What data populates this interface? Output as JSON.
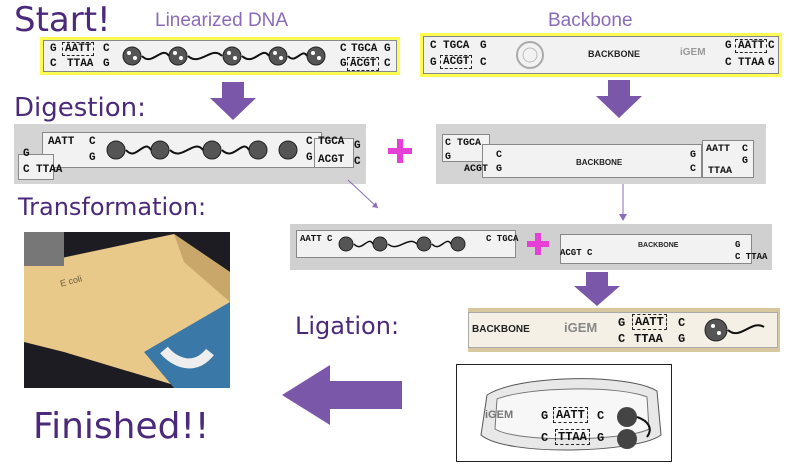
{
  "headings": {
    "start": "Start!",
    "digestion": "Digestion:",
    "transformation": "Transformation:",
    "ligation": "Ligation:",
    "finished": "Finished!!"
  },
  "labels": {
    "linearized_dna": "Linearized DNA",
    "backbone": "Backbone"
  },
  "insert_start": {
    "left_top": "G",
    "left_bot": "C",
    "site_left_top": "AATT",
    "site_left_bot": "TTAA",
    "c_after_top": "C",
    "g_after_bot": "G",
    "c_before_right_top": "C",
    "g_before_right_bot": "G",
    "site_right_top": "TGCA",
    "site_right_bot": "ACGT",
    "right_top": "G",
    "right_bot": "C"
  },
  "backbone_start": {
    "left_top": "C",
    "left_bot": "G",
    "site_left_top": "TGCA",
    "site_left_bot": "ACGT",
    "g_after_top": "G",
    "c_after_bot": "C",
    "name": "BACKBONE",
    "igem": "iGEM",
    "g_before_right_top": "G",
    "c_before_right_bot": "C",
    "site_right_top": "AATT",
    "site_right_bot": "TTAA",
    "right_top": "C",
    "right_bot": "G"
  },
  "insert_digest": {
    "g_left": "G",
    "c_ttaa": "C",
    "ttaa": "TTAA",
    "aatt": "AATT",
    "c1": "C",
    "g1": "G",
    "tgca": "TGCA",
    "acgt": "ACGT",
    "g_right": "G",
    "c_right": "C",
    "c_mid": "C",
    "g_mid": "G"
  },
  "backbone_digest": {
    "c_left": "C",
    "g_left": "G",
    "tgca": "TGCA",
    "acgt": "ACGT",
    "c_mid": "C",
    "g_mid": "G",
    "name": "BACKBONE",
    "g_right": "G",
    "c_right": "C",
    "aatt": "AATT",
    "ttaa": "TTAA",
    "c_end": "C",
    "g_end": "G"
  },
  "combined": {
    "aatt": "AATT C",
    "tgca": "C TGCA",
    "acgt": "ACGT C",
    "name": "BACKBONE",
    "ttaa": "C TTAA",
    "g": "G"
  },
  "ligation_strip": {
    "name": "BACKBONE",
    "igem": "iGEM",
    "g_top": "G",
    "aatt": "AATT",
    "c_top": "C",
    "c_bot": "C",
    "ttaa": "TTAA",
    "g_bot": "G"
  },
  "ring": {
    "g_top": "G",
    "aatt": "AATT",
    "c_top": "C",
    "c_bot": "C",
    "ttaa": "TTAA",
    "g_bot": "G",
    "igem": "iGEM"
  },
  "photo": {
    "ecoli_text": "E coli"
  },
  "colors": {
    "heading": "#4b2a7b",
    "label": "#8a6bb8",
    "arrow": "#7a57a8",
    "plus": "#e53fd6",
    "strip_border": "#e8e000"
  }
}
